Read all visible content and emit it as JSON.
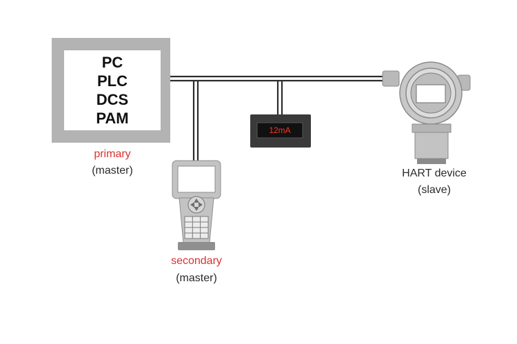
{
  "primary": {
    "lines": [
      "PC",
      "PLC",
      "DCS",
      "PAM"
    ],
    "role": "primary",
    "mode": "(master)"
  },
  "display": {
    "reading": "12mA"
  },
  "secondary": {
    "role": "secondary",
    "mode": "(master)"
  },
  "field_device": {
    "name": "HART device",
    "mode": "(slave)"
  },
  "colors": {
    "frame": "#b3b3b3",
    "wire": "#2b2b2b",
    "device_body": "#c9c9c9",
    "accent_text": "#d8322c",
    "lcd_text": "#f43a28",
    "panel": "#3a3a3a"
  }
}
